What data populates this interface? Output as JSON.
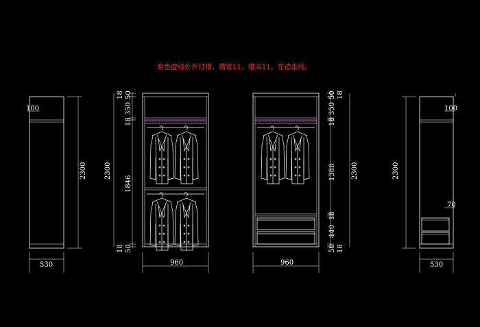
{
  "note": "紫色虚线处开灯槽，槽宽11，槽深11，左边走线。",
  "left_side_view": {
    "width_label": "530",
    "height_label": "2300",
    "top_label": "100"
  },
  "front_view_left": {
    "width_label": "960",
    "height_label": "2300",
    "segments": [
      "18",
      "50",
      "350",
      "18",
      "1846",
      "18",
      "50"
    ]
  },
  "front_view_right": {
    "width_label": "960",
    "height_label": "2300",
    "segments": [
      "50",
      "18",
      "350",
      "18",
      "1388",
      "18",
      "440",
      "18",
      "50"
    ]
  },
  "right_side_view": {
    "width_label": "530",
    "height_label": "2300",
    "top_label": "100",
    "drawer_label": "70"
  },
  "colors": {
    "background": "#000000",
    "lines": "#ffffff",
    "note": "#ff2020",
    "light_groove": "#ff33ff"
  }
}
